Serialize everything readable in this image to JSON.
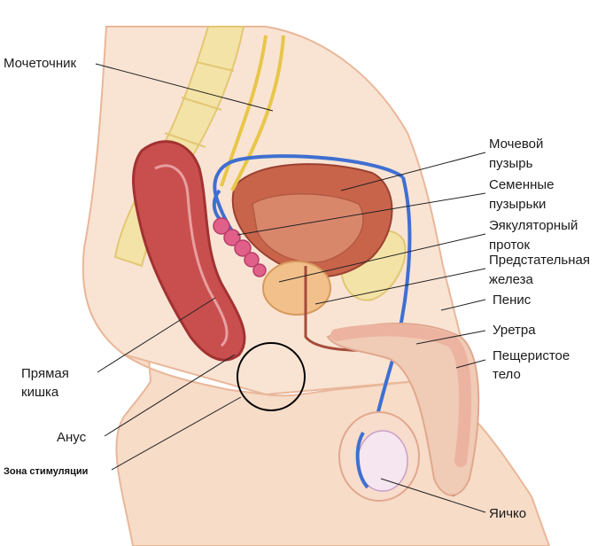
{
  "labels": {
    "ureter": "Мочеточник",
    "bladder_1": "Мочевой",
    "bladder_2": "пузырь",
    "seminal_1": "Семенные",
    "seminal_2": "пузырьки",
    "ejac_1": "Эякуляторный",
    "ejac_2": "проток",
    "prostate_1": "Предстательная",
    "prostate_2": "железа",
    "penis": "Пенис",
    "urethra": "Уретра",
    "cavernous_1": "Пещеристое",
    "cavernous_2": "тело",
    "rectum_1": "Прямая",
    "rectum_2": "кишка",
    "anus": "Анус",
    "zone": "Зона стимуляции",
    "testis": "Яичко"
  },
  "colors": {
    "skin": "#f7dcc8",
    "skin_edge": "#e9b79a",
    "bone": "#f3e3a6",
    "bone_dark": "#e3c774",
    "muscle": "#c94f4f",
    "muscle_dark": "#a23232",
    "bladder": "#c8644a",
    "vessel_blue": "#3f6fd0",
    "vessel_yellow": "#e8c648",
    "prostate": "#f2c08a",
    "urethra": "#a54c3a",
    "seminal": "#e0608a",
    "circle": "#000000"
  }
}
